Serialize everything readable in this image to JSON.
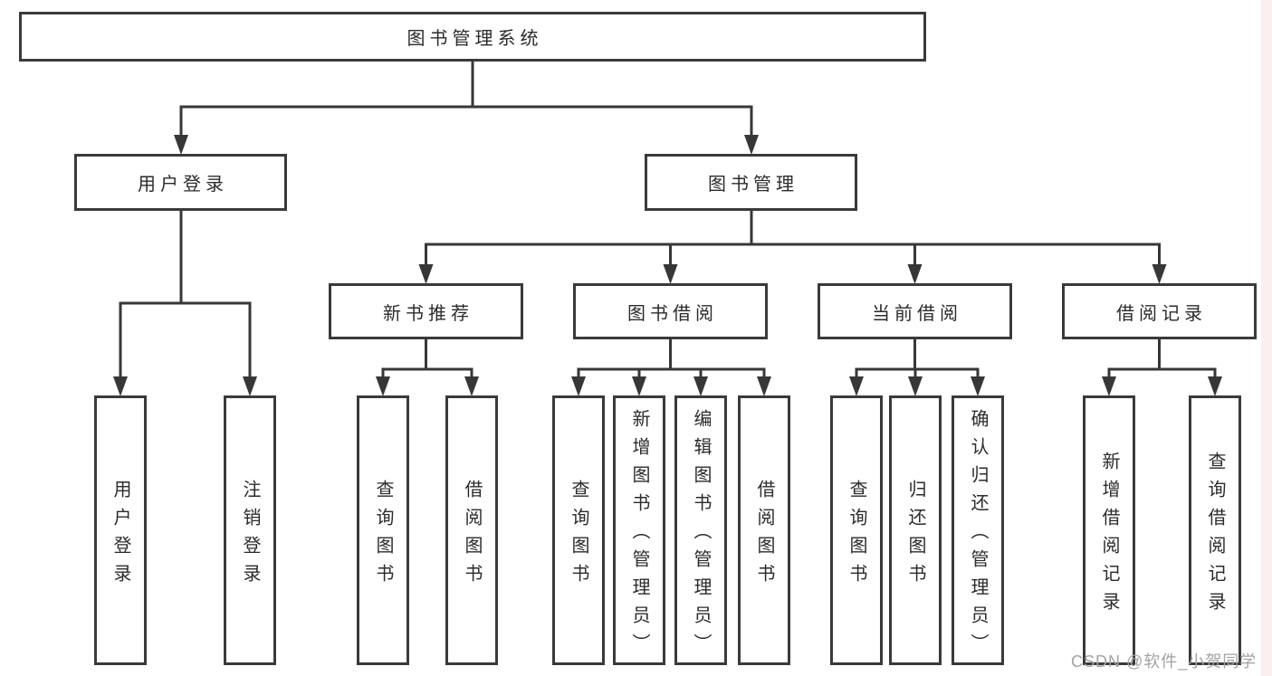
{
  "diagram": {
    "root": {
      "label": "图书管理系统"
    },
    "level2": [
      {
        "id": "user-login",
        "label": "用户登录"
      },
      {
        "id": "book-mgmt",
        "label": "图书管理"
      }
    ],
    "level3": [
      {
        "id": "new-book-rec",
        "label": "新书推荐"
      },
      {
        "id": "book-borrow",
        "label": "图书借阅"
      },
      {
        "id": "current-borrow",
        "label": "当前借阅"
      },
      {
        "id": "borrow-record",
        "label": "借阅记录"
      }
    ],
    "leaves": [
      {
        "id": "leaf-user-login",
        "label": "用户登录"
      },
      {
        "id": "leaf-logout",
        "label": "注销登录"
      },
      {
        "id": "leaf-query-book-new",
        "label": "查询图书"
      },
      {
        "id": "leaf-borrow-book-new",
        "label": "借阅图书"
      },
      {
        "id": "leaf-query-book-borrow",
        "label": "查询图书"
      },
      {
        "id": "leaf-add-book-admin",
        "label": "新增图书（管理员）"
      },
      {
        "id": "leaf-edit-book-admin",
        "label": "编辑图书（管理员）"
      },
      {
        "id": "leaf-borrow-book",
        "label": "借阅图书"
      },
      {
        "id": "leaf-query-book-current",
        "label": "查询图书"
      },
      {
        "id": "leaf-return-book",
        "label": "归还图书"
      },
      {
        "id": "leaf-confirm-return-admin",
        "label": "确认归还（管理员）"
      },
      {
        "id": "leaf-add-borrow-record",
        "label": "新增借阅记录"
      },
      {
        "id": "leaf-query-borrow-record",
        "label": "查询借阅记录"
      }
    ]
  },
  "watermark": {
    "text": "CSDN @软件_小贺同学"
  },
  "colors": {
    "line": "#373737",
    "box_border": "#3a3a3a",
    "text": "#2b2b2b",
    "background": "#ffffff",
    "watermark": "#a3a3a3"
  }
}
